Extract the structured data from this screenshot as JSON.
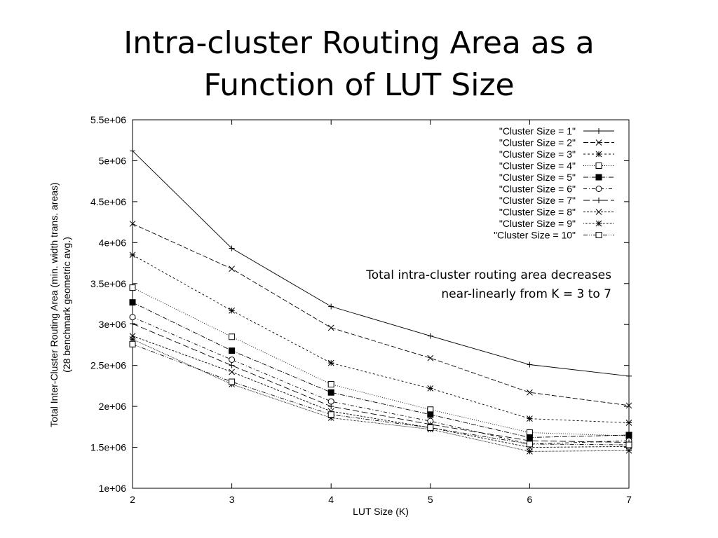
{
  "slide": {
    "title_line1": "Intra-cluster Routing Area as a",
    "title_line2": "Function of LUT Size",
    "annotation_line1": "Total intra-cluster routing area decreases",
    "annotation_line2": "near-linearly from K = 3 to 7"
  },
  "chart_data": {
    "type": "line",
    "title": "",
    "xlabel": "LUT Size (K)",
    "ylabel_line1": "Total Inter-Cluster Routing Area (min. width trans. areas)",
    "ylabel_line2": "(28 benchmark geometric avg.)",
    "x": [
      2,
      3,
      4,
      5,
      6,
      7
    ],
    "xlim": [
      2,
      7
    ],
    "ylim": [
      1000000,
      5500000
    ],
    "x_ticks": [
      "2",
      "3",
      "4",
      "5",
      "6",
      "7"
    ],
    "y_ticks": [
      "1e+06",
      "1.5e+06",
      "2e+06",
      "2.5e+06",
      "3e+06",
      "3.5e+06",
      "4e+06",
      "4.5e+06",
      "5e+06",
      "5.5e+06"
    ],
    "y_tick_values": [
      1000000,
      1500000,
      2000000,
      2500000,
      3000000,
      3500000,
      4000000,
      4500000,
      5000000,
      5500000
    ],
    "grid": false,
    "legend_position": "top-right",
    "series": [
      {
        "name": "\"Cluster Size = 1\"",
        "marker": "plus",
        "dash": "",
        "values": [
          5120000,
          3930000,
          3220000,
          2860000,
          2510000,
          2370000
        ]
      },
      {
        "name": "\"Cluster Size = 2\"",
        "marker": "cross",
        "dash": "7,3",
        "values": [
          4230000,
          3680000,
          2960000,
          2590000,
          2170000,
          2010000
        ]
      },
      {
        "name": "\"Cluster Size = 3\"",
        "marker": "star",
        "dash": "3,3",
        "values": [
          3850000,
          3170000,
          2530000,
          2220000,
          1850000,
          1800000
        ]
      },
      {
        "name": "\"Cluster Size = 4\"",
        "marker": "square-open",
        "dash": "1,2",
        "values": [
          3450000,
          2850000,
          2270000,
          1960000,
          1680000,
          1640000
        ]
      },
      {
        "name": "\"Cluster Size = 5\"",
        "marker": "square-filled",
        "dash": "7,2,1,2",
        "values": [
          3270000,
          2680000,
          2170000,
          1900000,
          1620000,
          1650000
        ]
      },
      {
        "name": "\"Cluster Size = 6\"",
        "marker": "circle-open",
        "dash": "5,3,1,3",
        "values": [
          3090000,
          2570000,
          2060000,
          1820000,
          1540000,
          1580000
        ]
      },
      {
        "name": "\"Cluster Size = 7\"",
        "marker": "plus",
        "dash": "9,4",
        "values": [
          3010000,
          2500000,
          2000000,
          1780000,
          1580000,
          1560000
        ]
      },
      {
        "name": "\"Cluster Size = 8\"",
        "marker": "cross",
        "dash": "3,2",
        "values": [
          2860000,
          2420000,
          1940000,
          1740000,
          1500000,
          1510000
        ]
      },
      {
        "name": "\"Cluster Size = 9\"",
        "marker": "star",
        "dash": "1,1",
        "values": [
          2820000,
          2270000,
          1860000,
          1720000,
          1450000,
          1460000
        ]
      },
      {
        "name": "\"Cluster Size = 10\"",
        "marker": "square-open",
        "dash": "6,2,1,2,1,2",
        "values": [
          2760000,
          2300000,
          1900000,
          1740000,
          1540000,
          1530000
        ]
      }
    ]
  }
}
